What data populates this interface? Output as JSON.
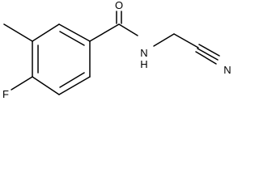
{
  "structure": {
    "atoms": {
      "oxygen": "O",
      "amide_nh": "N",
      "amide_h": "H",
      "nitrile_n": "N",
      "fluorine": "F"
    }
  }
}
